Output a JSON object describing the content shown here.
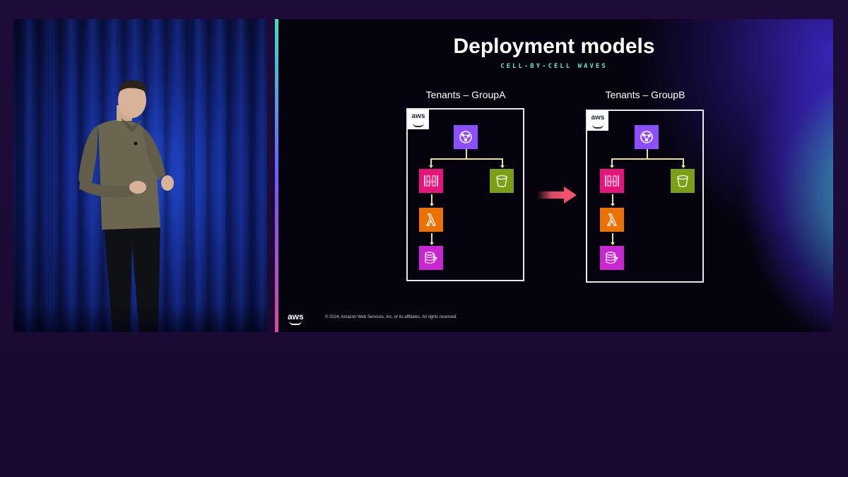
{
  "slide": {
    "title": "Deployment models",
    "subtitle": "CELL-BY-CELL WAVES",
    "group_a_title": "Tenants – GroupA",
    "group_b_title": "Tenants – GroupB",
    "aws_tag": "aws",
    "footer_logo": "aws",
    "copyright": "© 2024, Amazon Web Services, Inc. or its affiliates. All rights reserved."
  },
  "services": {
    "cloudfront": {
      "icon": "cloudfront-icon",
      "color": "#8c4fff"
    },
    "api_gateway": {
      "icon": "api-gateway-icon",
      "color": "#e7157b"
    },
    "s3": {
      "icon": "s3-bucket-icon",
      "color": "#7aa116"
    },
    "lambda": {
      "icon": "lambda-icon",
      "color": "#ed7100"
    },
    "dynamodb": {
      "icon": "dynamodb-icon",
      "color": "#c925d1"
    }
  },
  "colors": {
    "accent_teal": "#5fe6c8",
    "transition_arrow": "#f2506e",
    "connector": "#e8e0a0"
  }
}
